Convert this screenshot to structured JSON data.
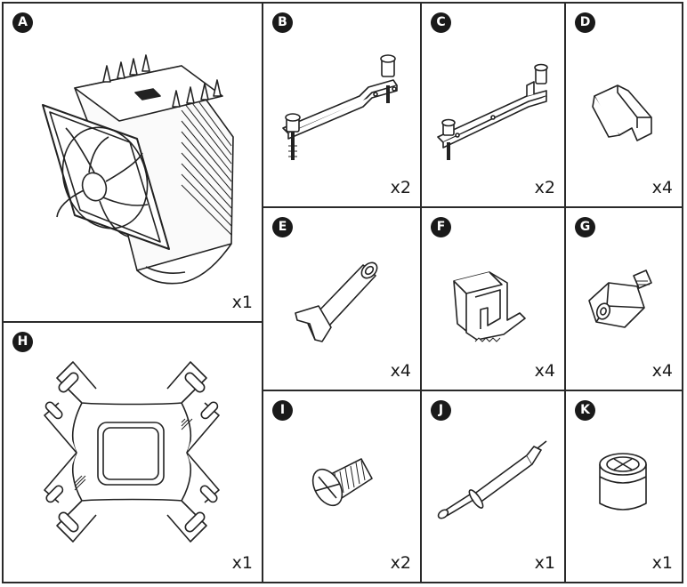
{
  "parts": [
    {
      "letter": "A",
      "qty": "x1",
      "icon": "cpu-cooler-tower-icon"
    },
    {
      "letter": "B",
      "qty": "x2",
      "icon": "mounting-bracket-long-icon"
    },
    {
      "letter": "C",
      "qty": "x2",
      "icon": "mounting-bracket-flat-icon"
    },
    {
      "letter": "D",
      "qty": "x4",
      "icon": "fan-clip-icon"
    },
    {
      "letter": "E",
      "qty": "x4",
      "icon": "standoff-bolt-icon"
    },
    {
      "letter": "F",
      "qty": "x4",
      "icon": "retention-clip-icon"
    },
    {
      "letter": "G",
      "qty": "x4",
      "icon": "hex-nut-standoff-icon"
    },
    {
      "letter": "H",
      "qty": "x1",
      "icon": "backplate-icon"
    },
    {
      "letter": "I",
      "qty": "x2",
      "icon": "screw-icon"
    },
    {
      "letter": "J",
      "qty": "x1",
      "icon": "thermal-paste-syringe-icon"
    },
    {
      "letter": "K",
      "qty": "x1",
      "icon": "rubber-cap-icon"
    }
  ]
}
